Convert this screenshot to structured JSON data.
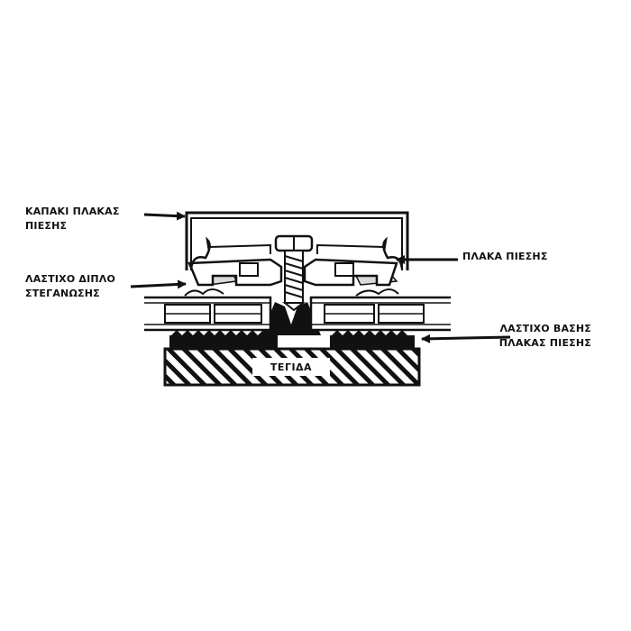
{
  "labels": {
    "cover": {
      "line1": "ΚΑΠΑΚΙ ΠΛΑΚΑΣ",
      "line2": "ΠΙΕΣΗΣ"
    },
    "gasket": {
      "line1": "ΛΑΣΤΙΧΟ ΔΙΠΛΟ",
      "line2": "ΣΤΕΓΑΝΩΣΗΣ"
    },
    "plate": {
      "line1": "ΠΛΑΚΑ ΠΙΕΣΗΣ"
    },
    "base": {
      "line1": "ΛΑΣΤΙΧΟ ΒΑΣΗΣ",
      "line2": "ΠΛΑΚΑΣ ΠΙΕΣΗΣ"
    },
    "joist": "ΤΕΓΙΔΑ"
  },
  "colors": {
    "ink": "#111111",
    "paper": "#ffffff",
    "shade": "#d9d9d9"
  }
}
